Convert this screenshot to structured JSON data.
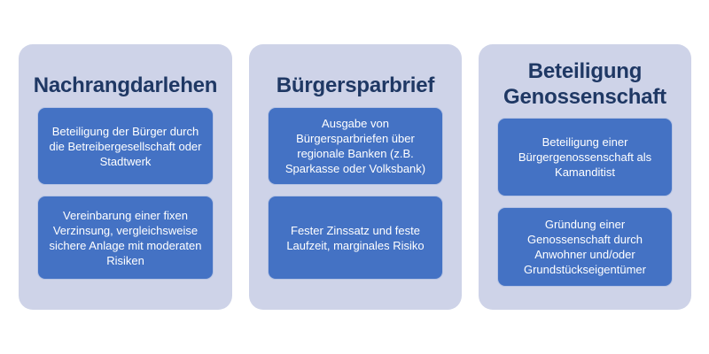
{
  "diagram": {
    "type": "three-column-comparison",
    "background_color": "#ffffff",
    "panel_color": "#ced3e8",
    "box_color": "#4472c4",
    "box_border_color": "#b6c3e3",
    "title_color": "#1f3864",
    "box_text_color": "#ffffff",
    "columns": [
      {
        "title": "Nachrangdarlehen",
        "boxes": [
          "Beteiligung der Bürger durch die Betreibergesellschaft oder Stadtwerk",
          "Vereinbarung einer fixen Verzinsung, vergleichsweise sichere Anlage mit moderaten Risiken"
        ]
      },
      {
        "title": "Bürgersparbrief",
        "boxes": [
          "Ausgabe von Bürgersparbriefen über regionale Banken (z.B. Sparkasse oder Volksbank)",
          "Fester Zinssatz und feste Laufzeit, marginales Risiko"
        ]
      },
      {
        "title": "Beteiligung\nGenossenschaft",
        "boxes": [
          "Beteiligung einer Bürgergenossenschaft als Kamanditist",
          "Gründung einer Genossenschaft durch Anwohner und/oder Grundstückseigentümer"
        ]
      }
    ]
  }
}
